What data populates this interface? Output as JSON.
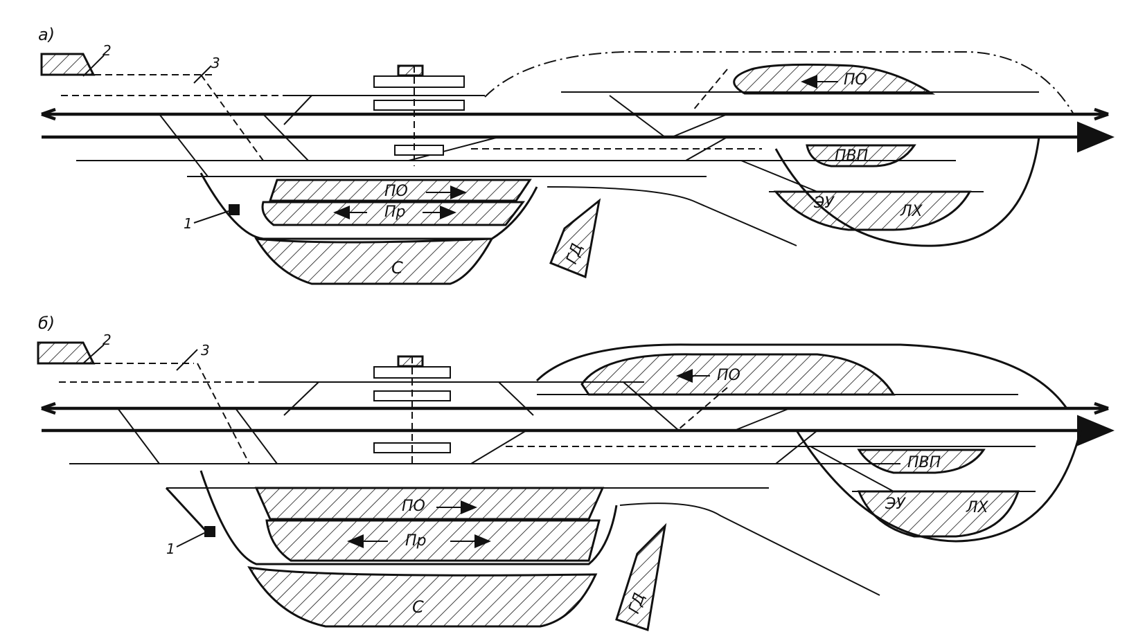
{
  "figure": {
    "panel_a_label": "а)",
    "panel_b_label": "б)"
  },
  "panel_a": {
    "callout_1": "1",
    "callout_2": "2",
    "callout_3": "3",
    "park_po_top": "ПО",
    "park_pvp": "ПВП",
    "park_po_bottom": "ПО",
    "park_pr": "Пр",
    "park_s": "С",
    "park_zu": "ЭУ",
    "park_lh": "ЛХ",
    "park_gd": "ГД"
  },
  "panel_b": {
    "callout_1": "1",
    "callout_2": "2",
    "callout_3": "3",
    "park_po_top": "ПО",
    "park_pvp": "ПВП",
    "park_po_bottom": "ПО",
    "park_pr": "Пр",
    "park_s": "С",
    "park_zu": "ЭУ",
    "park_lh": "ЛХ",
    "park_gd": "ГД"
  }
}
